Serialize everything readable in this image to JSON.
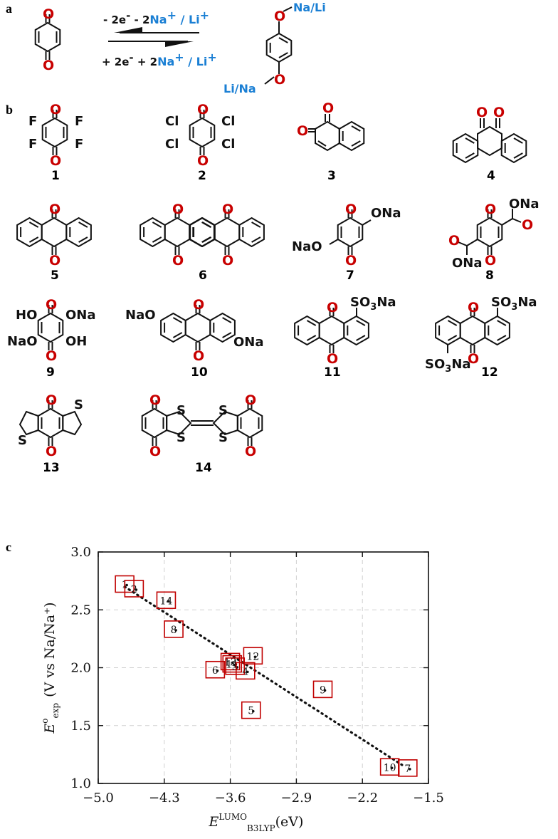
{
  "panels": {
    "a": "a",
    "b": "b",
    "c": "c"
  },
  "reaction": {
    "reverse_prefix": "- 2e",
    "reverse_mid": " - 2",
    "reverse_ion": "Na",
    "reverse_sep": " / ",
    "reverse_ion2": "Li",
    "forward_prefix": "+ 2e",
    "forward_mid": " + 2",
    "forward_ion": "Na",
    "forward_sep": " / ",
    "forward_ion2": "Li",
    "product_top": "Na/Li",
    "product_bottom": "Li/Na"
  },
  "compounds": {
    "labels": [
      "1",
      "2",
      "3",
      "4",
      "5",
      "6",
      "7",
      "8",
      "9",
      "10",
      "11",
      "12",
      "13",
      "14"
    ],
    "substituents": {
      "F": "F",
      "Cl": "Cl",
      "ONa": "ONa",
      "NaO": "NaO",
      "HO": "HO",
      "OH": "OH",
      "SO3Na_a": "SO",
      "SO3Na_b": "3",
      "SO3Na_c": "Na",
      "S": "S",
      "O": "O"
    }
  },
  "chart_data": {
    "type": "scatter",
    "xlabel_main": "E",
    "xlabel_sup": "LUMO",
    "xlabel_sub": "B3LYP",
    "xlabel_unit": "(eV)",
    "ylabel_main": "E",
    "ylabel_sup": "o",
    "ylabel_sub": "exp",
    "ylabel_unit": "(V vs Na/Na⁺)",
    "xlim": [
      -5.0,
      -1.5
    ],
    "ylim": [
      1.0,
      3.0
    ],
    "xticks": [
      -5.0,
      -4.3,
      -3.6,
      -2.9,
      -2.2,
      -1.5
    ],
    "xtick_labels": [
      "−5.0",
      "−4.3",
      "−3.6",
      "−2.9",
      "−2.2",
      "−1.5"
    ],
    "yticks": [
      1.0,
      1.5,
      2.0,
      2.5,
      3.0
    ],
    "ytick_labels": [
      "1.0",
      "1.5",
      "2.0",
      "2.5",
      "3.0"
    ],
    "grid": true,
    "fit_line": {
      "x": [
        -4.72,
        -1.78
      ],
      "y": [
        2.7,
        1.16
      ]
    },
    "points": [
      {
        "label": "1",
        "x": -4.72,
        "y": 2.72
      },
      {
        "label": "2",
        "x": -4.62,
        "y": 2.68
      },
      {
        "label": "14",
        "x": -4.28,
        "y": 2.58
      },
      {
        "label": "8",
        "x": -4.2,
        "y": 2.33
      },
      {
        "label": "6",
        "x": -3.76,
        "y": 1.98
      },
      {
        "label": "13",
        "x": -3.6,
        "y": 2.05
      },
      {
        "label": "11",
        "x": -3.58,
        "y": 2.03
      },
      {
        "label": "3",
        "x": -3.55,
        "y": 2.01
      },
      {
        "label": "4",
        "x": -3.44,
        "y": 1.97
      },
      {
        "label": "12",
        "x": -3.36,
        "y": 2.1
      },
      {
        "label": "5",
        "x": -3.38,
        "y": 1.63
      },
      {
        "label": "9",
        "x": -2.62,
        "y": 1.81
      },
      {
        "label": "10",
        "x": -1.91,
        "y": 1.14
      },
      {
        "label": "7",
        "x": -1.72,
        "y": 1.13
      }
    ]
  }
}
